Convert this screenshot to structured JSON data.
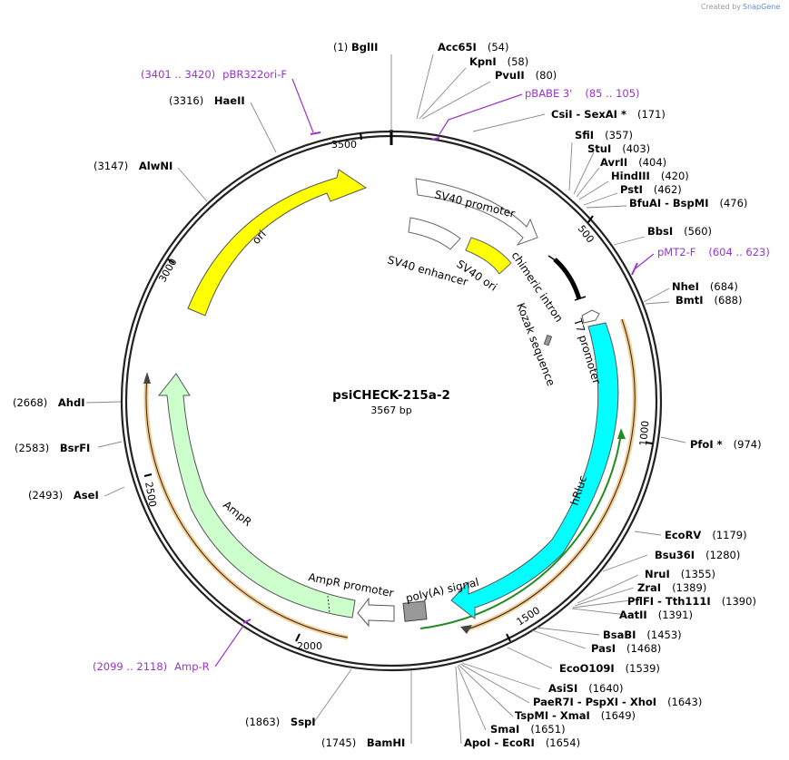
{
  "credit": {
    "prefix": "Created by",
    "brand": "SnapGene"
  },
  "plasmid": {
    "name": "psiCHECK-215a-2",
    "length_label": "3567 bp",
    "length": 3567
  },
  "ticks": [
    "500",
    "1000",
    "1500",
    "2000",
    "2500",
    "3000",
    "3500"
  ],
  "features": [
    {
      "id": "sv40-promoter",
      "label": "SV40 promoter",
      "color": "#ffffff"
    },
    {
      "id": "sv40-ori",
      "label": "SV40 ori",
      "color": "#ffff00"
    },
    {
      "id": "sv40-enhancer",
      "label": "SV40 enhancer",
      "color": "#ffffff"
    },
    {
      "id": "chimeric-intron",
      "label": "chimeric intron",
      "color": "#000000"
    },
    {
      "id": "kozak",
      "label": "Kozak sequence",
      "color": "#999999"
    },
    {
      "id": "t7-promoter",
      "label": "T7 promoter",
      "color": "#ffffff"
    },
    {
      "id": "hrluc",
      "label": "hRluc",
      "color": "#00ffff"
    },
    {
      "id": "polya",
      "label": "poly(A) signal",
      "color": "#999999"
    },
    {
      "id": "ampr-promoter",
      "label": "AmpR promoter",
      "color": "#ffffff"
    },
    {
      "id": "ampr",
      "label": "AmpR",
      "color": "#ccffcc"
    },
    {
      "id": "ori",
      "label": "ori",
      "color": "#ffff00"
    }
  ],
  "enzymes": [
    {
      "name": "BglII",
      "pos": "(1)"
    },
    {
      "name": "Acc65I",
      "pos": "(54)"
    },
    {
      "name": "KpnI",
      "pos": "(58)"
    },
    {
      "name": "PvuII",
      "pos": "(80)"
    },
    {
      "name": "CsiI  -  SexAI *",
      "pos": "(171)"
    },
    {
      "name": "SfiI",
      "pos": "(357)"
    },
    {
      "name": "StuI",
      "pos": "(403)"
    },
    {
      "name": "AvrII",
      "pos": "(404)"
    },
    {
      "name": "HindIII",
      "pos": "(420)"
    },
    {
      "name": "PstI",
      "pos": "(462)"
    },
    {
      "name": "BfuAI  -  BspMI",
      "pos": "(476)"
    },
    {
      "name": "BbsI",
      "pos": "(560)"
    },
    {
      "name": "NheI",
      "pos": "(684)"
    },
    {
      "name": "BmtI",
      "pos": "(688)"
    },
    {
      "name": "PfoI *",
      "pos": "(974)"
    },
    {
      "name": "EcoRV",
      "pos": "(1179)"
    },
    {
      "name": "Bsu36I",
      "pos": "(1280)"
    },
    {
      "name": "NruI",
      "pos": "(1355)"
    },
    {
      "name": "ZraI",
      "pos": "(1389)"
    },
    {
      "name": "PflFI  -  Tth111I",
      "pos": "(1390)"
    },
    {
      "name": "AatII",
      "pos": "(1391)"
    },
    {
      "name": "BsaBI",
      "pos": "(1453)"
    },
    {
      "name": "PasI",
      "pos": "(1468)"
    },
    {
      "name": "EcoO109I",
      "pos": "(1539)"
    },
    {
      "name": "AsiSI",
      "pos": "(1640)"
    },
    {
      "name": "PaeR7I  -  PspXI  -  XhoI",
      "pos": "(1643)"
    },
    {
      "name": "TspMI  -  XmaI",
      "pos": "(1649)"
    },
    {
      "name": "SmaI",
      "pos": "(1651)"
    },
    {
      "name": "ApoI  -  EcoRI",
      "pos": "(1654)"
    },
    {
      "name": "BamHI",
      "pos": "(1745)"
    },
    {
      "name": "SspI",
      "pos": "(1863)"
    },
    {
      "name": "AseI",
      "pos": "(2493)"
    },
    {
      "name": "BsrFI",
      "pos": "(2583)"
    },
    {
      "name": "AhdI",
      "pos": "(2668)"
    },
    {
      "name": "AlwNI",
      "pos": "(3147)"
    },
    {
      "name": "HaeII",
      "pos": "(3316)"
    }
  ],
  "primers": [
    {
      "name": "pBABE 3'",
      "range": "(85 .. 105)"
    },
    {
      "name": "pMT2-F",
      "range": "(604 .. 623)"
    },
    {
      "name": "Amp-R",
      "range": "(2099 .. 2118)"
    },
    {
      "name": "pBR322ori-F",
      "range": "(3401 .. 3420)"
    }
  ],
  "colors": {
    "primer": "#9933cc",
    "orf_outline": "#f0a030",
    "lines": "#888888"
  }
}
